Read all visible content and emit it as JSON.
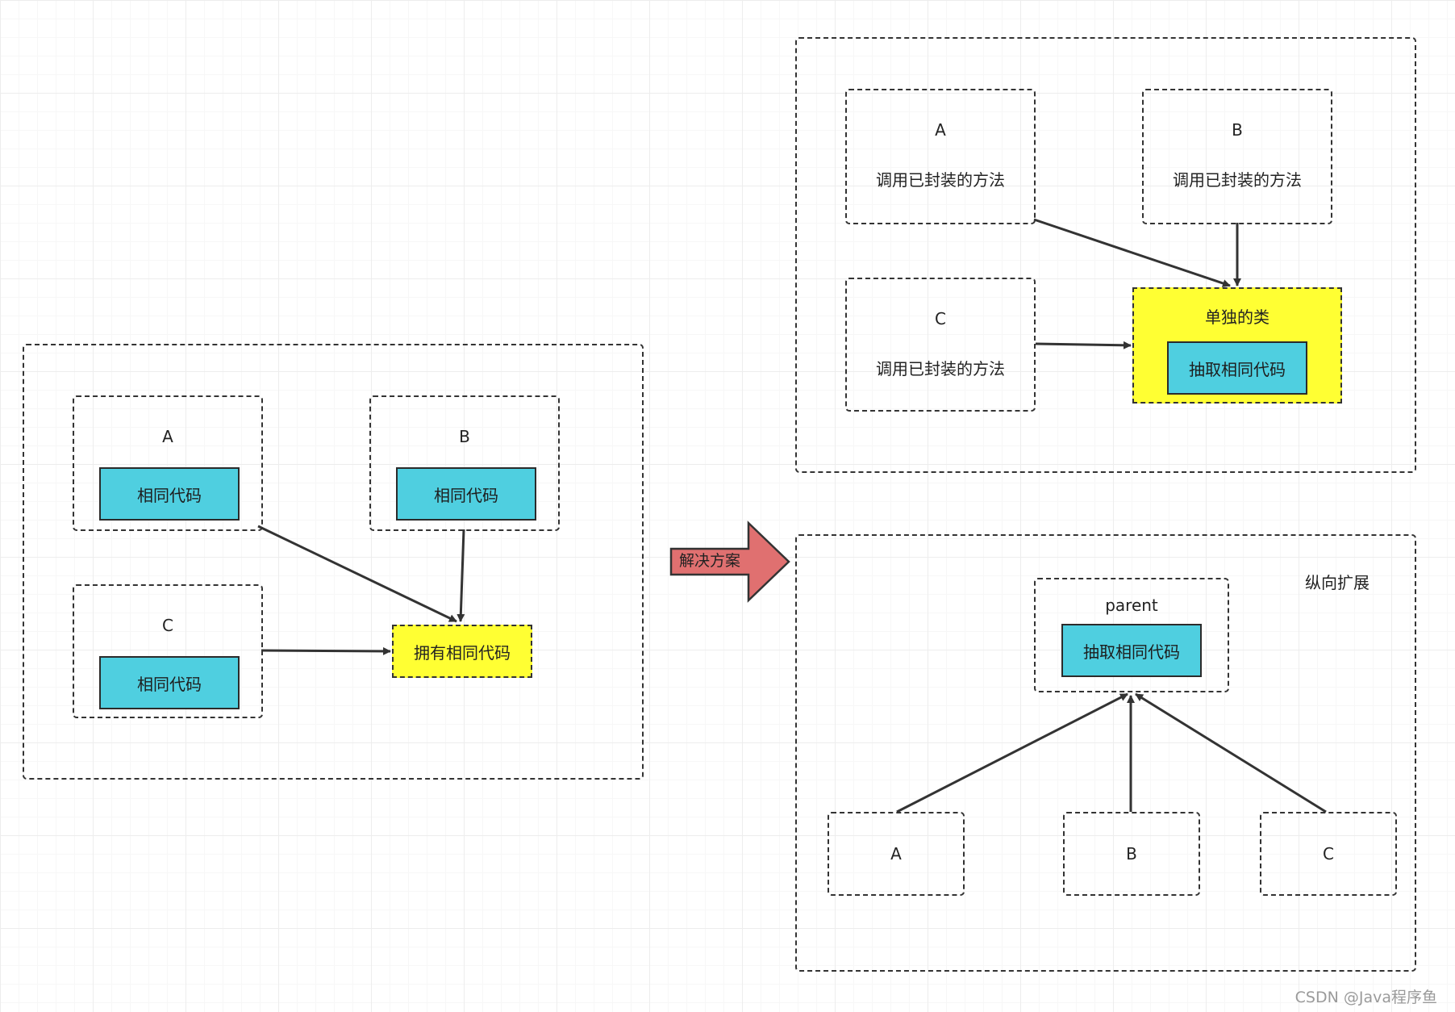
{
  "left_group": {
    "box_a": {
      "letter": "A",
      "code": "相同代码"
    },
    "box_b": {
      "letter": "B",
      "code": "相同代码"
    },
    "box_c": {
      "letter": "C",
      "code": "相同代码"
    },
    "shared": "拥有相同代码"
  },
  "transition_arrow": {
    "label": "解决方案",
    "color": "#e07070"
  },
  "top_right_group": {
    "box_a": {
      "letter": "A",
      "text": "调用已封装的方法"
    },
    "box_b": {
      "letter": "B",
      "text": "调用已封装的方法"
    },
    "box_c": {
      "letter": "C",
      "text": "调用已封装的方法"
    },
    "separate_class": {
      "title": "单独的类",
      "code": "抽取相同代码"
    }
  },
  "bottom_right_group": {
    "caption": "纵向扩展",
    "parent": {
      "title": "parent",
      "code": "抽取相同代码"
    },
    "children": [
      "A",
      "B",
      "C"
    ]
  },
  "watermark": "CSDN @Java程序鱼",
  "colors": {
    "cyan": "#4fcfe0",
    "yellow": "#ffff33",
    "arrow": "#333333",
    "red_arrow": "#e07070"
  }
}
